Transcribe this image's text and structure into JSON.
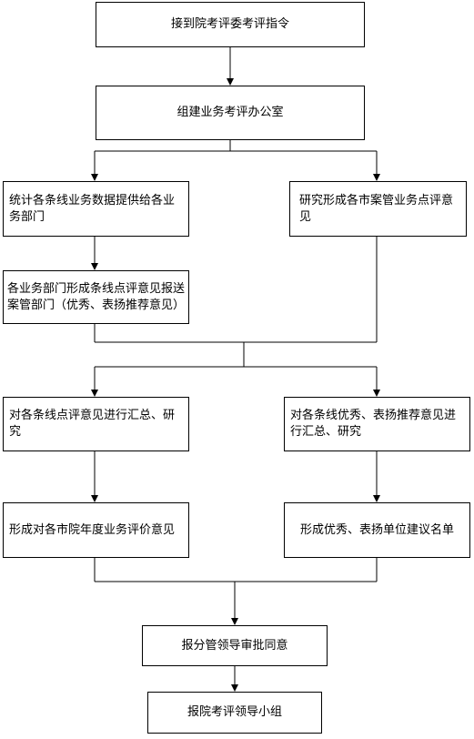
{
  "nodes": {
    "receive_instruction": "接到院考评委考评指令",
    "setup_office": "组建业务考评办公室",
    "statistics": "统计各条线业务数据提供给各业务部门",
    "research_cases": "研究形成各市案管业务点评意见",
    "dept_opinions": "各业务部门形成条线点评意见报送案管部门（优秀、表扬推荐意见）",
    "summarize_reviews": "对各条线点评意见进行汇总、研究",
    "summarize_recommend": "对各条线优秀、表扬推荐意见进行汇总、研究",
    "annual_evaluation": "形成对各市院年度业务评价意见",
    "recommend_list": "形成优秀、表扬单位建议名单",
    "leader_approval": "报分管领导审批同意",
    "report_group": "报院考评领导小组"
  }
}
